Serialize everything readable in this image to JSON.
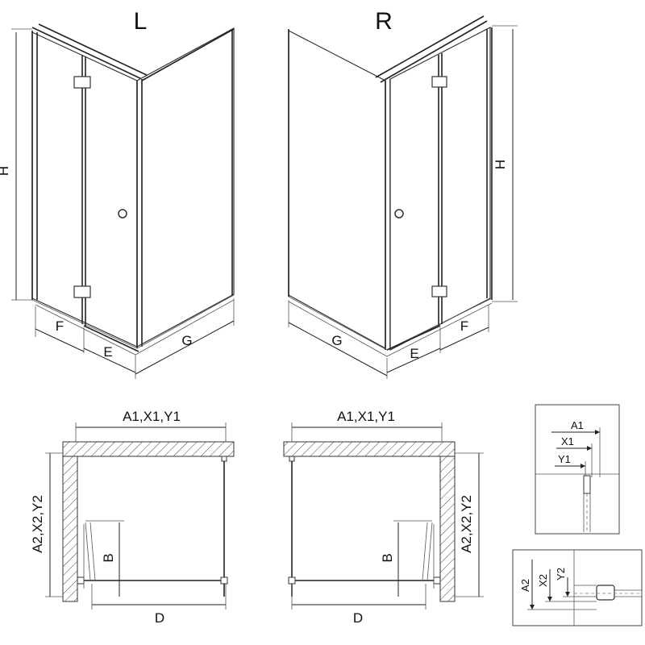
{
  "views": {
    "left": {
      "title": "L",
      "H": "H",
      "F": "F",
      "E": "E",
      "G": "G"
    },
    "right": {
      "title": "R",
      "H": "H",
      "F": "F",
      "E": "E",
      "G": "G"
    }
  },
  "plans": {
    "left": {
      "width_label": "A1,X1,Y1",
      "height_label": "A2,X2,Y2",
      "b": "B",
      "d": "D"
    },
    "right": {
      "width_label": "A1,X1,Y1",
      "height_label": "A2,X2,Y2",
      "b": "B",
      "d": "D"
    }
  },
  "details": {
    "top": {
      "a1": "A1",
      "x1": "X1",
      "y1": "Y1"
    },
    "bottom": {
      "a2": "A2",
      "x2": "X2",
      "y2": "Y2"
    }
  }
}
